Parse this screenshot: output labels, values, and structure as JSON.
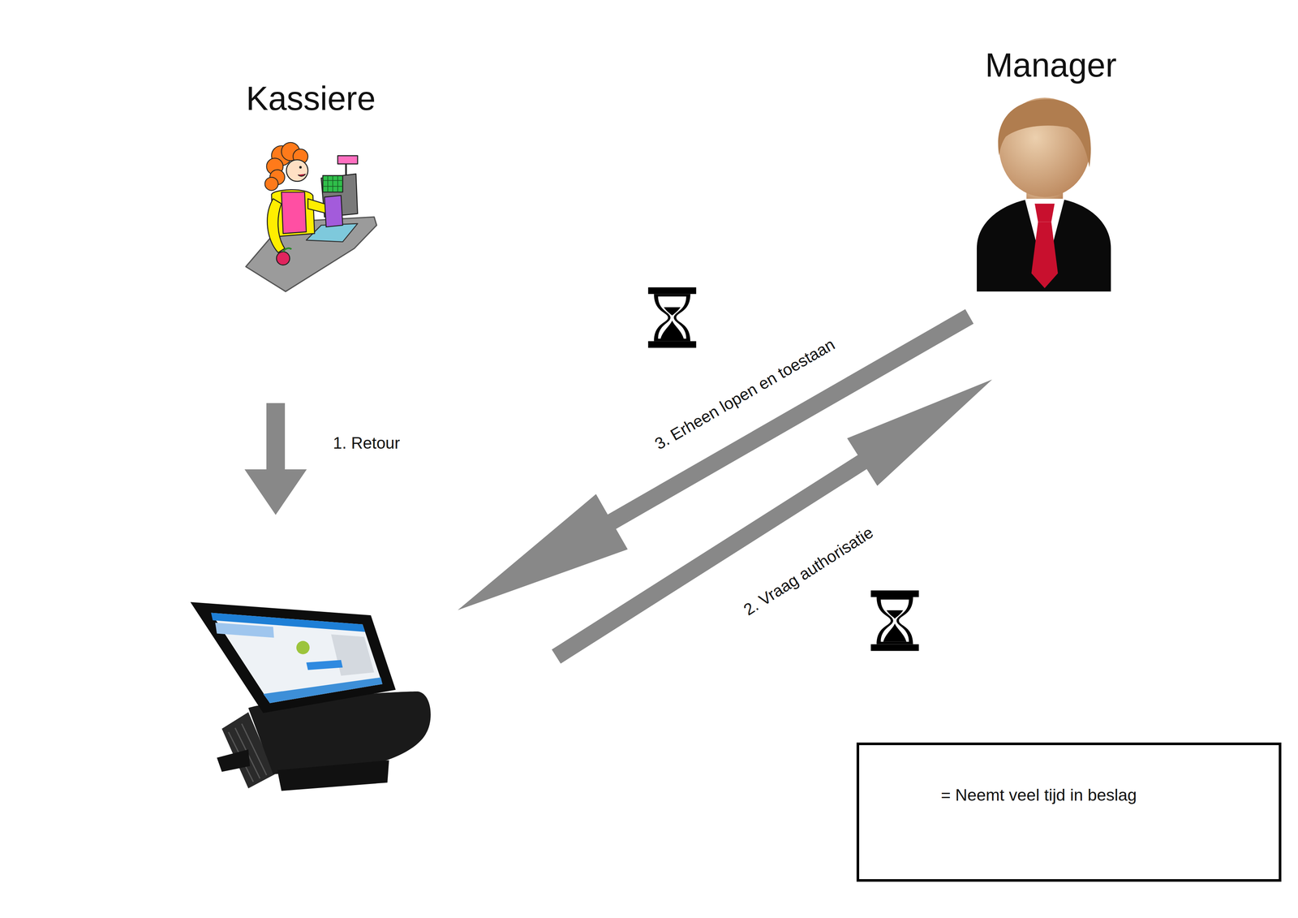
{
  "diagram": {
    "nodes": [
      {
        "text": [
          "Kassiere"
        ]
      },
      {
        "text": [
          "Manager"
        ]
      },
      {
        "text": []
      }
    ],
    "edges": [
      {
        "from": 0,
        "to": 2,
        "label": "1. Retour",
        "arrow": "to"
      },
      {
        "from": 2,
        "to": 1,
        "label": "2. Vraag authorisatie",
        "arrow": "to"
      },
      {
        "from": 1,
        "to": 2,
        "label": "3. Erheen lopen en toestaan",
        "arrow": "to"
      }
    ],
    "legend": [
      {
        "text": "= Neemt veel tijd in beslag"
      }
    ]
  }
}
